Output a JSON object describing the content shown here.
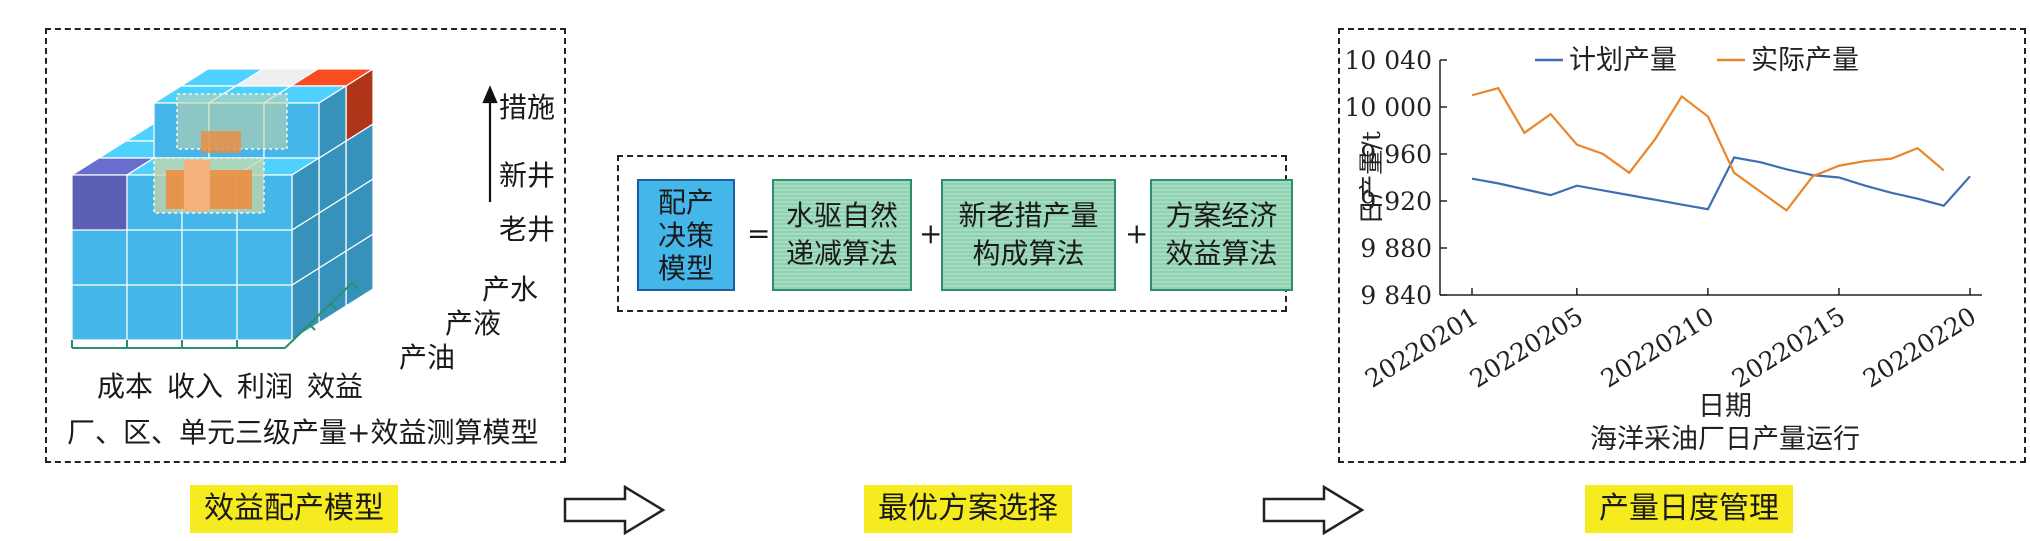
{
  "panel1": {
    "right_labels": [
      "措施",
      "新井",
      "老井"
    ],
    "depth_labels": [
      "产水",
      "产液",
      "产油"
    ],
    "bottom_labels": [
      "成本",
      "收入",
      "利润",
      "效益"
    ],
    "caption": "厂、区、单元三级产量+效益测算模型"
  },
  "panel2": {
    "model_label": "配产决策模型",
    "model_lines": [
      "配产",
      "决策",
      "模型"
    ],
    "equals": "=",
    "plus": "+",
    "algorithms": [
      {
        "lines": [
          "水驱自然",
          "递减算法"
        ]
      },
      {
        "lines": [
          "新老措产量",
          "构成算法"
        ]
      },
      {
        "lines": [
          "方案经济",
          "效益算法"
        ]
      }
    ]
  },
  "steps": [
    "效益配产模型",
    "最优方案选择",
    "产量日度管理"
  ],
  "colors": {
    "cube": "#45b6ea",
    "highlight_red": "#d9421d",
    "highlight_orange": "#f08a3c",
    "purple": "#5b5fb3",
    "gray": "#cfcfcf",
    "plan_line": "#3f6fb0",
    "actual_line": "#e8862b",
    "label_bg": "#f5eb1e"
  },
  "chart_data": {
    "type": "line",
    "title": "海洋采油厂日产量运行",
    "xlabel": "日期",
    "ylabel": "日产量/t",
    "ylim": [
      9840,
      10040
    ],
    "yticks": [
      9840,
      9880,
      9920,
      9960,
      10000,
      10040
    ],
    "ytick_labels": [
      "9 840",
      "9 880",
      "9 920",
      "9 960",
      "10 000",
      "10 040"
    ],
    "xtick_labels": [
      "20220201",
      "20220205",
      "20220210",
      "20220215",
      "20220220"
    ],
    "xtick_index": [
      0,
      4,
      9,
      14,
      19
    ],
    "legend_position": "top",
    "series": [
      {
        "name": "计划产量",
        "color": "#3f6fb0",
        "values": [
          9939,
          9935,
          9930,
          9925,
          9933,
          9929,
          9925,
          9921,
          9917,
          9913,
          9957,
          9953,
          9947,
          9942,
          9940,
          9933,
          9927,
          9922,
          9916,
          9941
        ]
      },
      {
        "name": "实际产量",
        "color": "#e8862b",
        "values": [
          10010,
          10016,
          9978,
          9994,
          9968,
          9960,
          9944,
          9973,
          10009,
          9992,
          9944,
          9928,
          9912,
          9941,
          9950,
          9954,
          9956,
          9965,
          9946
        ]
      }
    ]
  }
}
